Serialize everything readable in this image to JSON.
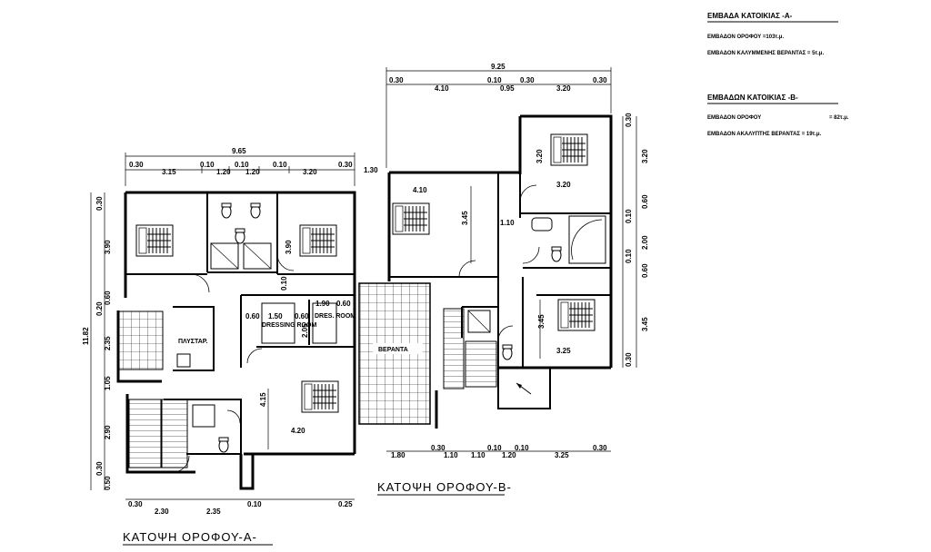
{
  "legend_a": {
    "title": "ΕΜΒΑΔΑ ΚΑΤΟΙΚΙΑΣ -Α-",
    "floor_area_label": "ΕΜΒΑΔΟΝ ΟΡΟΦΟΥ =103τ.μ.",
    "veranda_area_label": "ΕΜΒΑΔΟΝ ΚΑΛΥΜΜΕΝΗΣ ΒΕΡΑΝΤΑΣ = 5τ.μ."
  },
  "legend_b": {
    "title": "ΕΜΒΑΔΩΝ ΚΑΤΟΙΚΙΑΣ -Β-",
    "floor_area_label": "ΕΜΒΑΔΟΝ ΟΡΟΦΟΥ",
    "floor_area_value": "= 82τ.μ.",
    "veranda_area_label": "ΕΜΒΑΔΟΝ ΑΚΑΛΥΠΤΗΣ ΒΕΡΑΝΤΑΣ = 19τ.μ."
  },
  "plan_a": {
    "title": "ΚΑΤΟΨΗ ΟΡΟΦΟΥ-Α-",
    "overall_width": "9.65",
    "overall_depth": "11.82",
    "top_dims": [
      "0.30",
      "3.15",
      "0.10",
      "1.20",
      "0.10",
      "1.20",
      "0.10",
      "3.20",
      "0.30"
    ],
    "left_dims": [
      "0.30",
      "3.90",
      "0.20",
      "0.60",
      "2.35",
      "1.05",
      "2.90",
      "0.30",
      "0.50"
    ],
    "bottom_dims": [
      "0.30",
      "2.30",
      "2.35",
      "0.10",
      "0.25"
    ],
    "inner_dims": [
      "3.90",
      "0.10",
      "1.50",
      "0.60",
      "0.60",
      "1.90",
      "0.60",
      "2.05",
      "4.15",
      "4.20"
    ],
    "room_labels": {
      "dressing": "DRESSING ROOM",
      "dressing_small": "DRES. ROOM",
      "storage": "ΠΛΥΣΤΑΡ."
    }
  },
  "plan_b": {
    "title": "ΚΑΤΟΨΗ ΟΡΟΦΟΥ-Β-",
    "overall_width": "9.25",
    "top_dims": [
      "0.30",
      "4.10",
      "0.10",
      "0.95",
      "0.30",
      "3.20",
      "0.30"
    ],
    "right_dims": [
      "0.30",
      "3.20",
      "0.10",
      "0.60",
      "2.00",
      "0.10",
      "0.60",
      "3.45",
      "0.30"
    ],
    "bottom_dims": [
      "1.80",
      "0.30",
      "1.10",
      "0.10",
      "1.10",
      "1.20",
      "0.10",
      "3.25",
      "0.30"
    ],
    "offset_dim": "1.30",
    "inner_dims": [
      "4.10",
      "3.45",
      "1.10",
      "3.20",
      "3.20",
      "3.45",
      "3.25"
    ],
    "room_labels": {
      "veranda": "ΒΕΡΑΝΤΑ"
    }
  }
}
